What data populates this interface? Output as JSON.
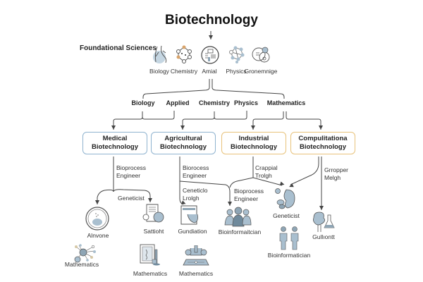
{
  "title": "Biotechnology",
  "foundational": {
    "label": "Foundational Sciences",
    "icons": [
      {
        "name": "lungs-icon",
        "label": "Biology"
      },
      {
        "name": "molecule-icon",
        "label": "Chemistry"
      },
      {
        "name": "lab-document-icon",
        "label": "Amial"
      },
      {
        "name": "atom-network-icon",
        "label": "Physics"
      },
      {
        "name": "cells-icon",
        "label": "Gronemnige"
      }
    ]
  },
  "branches": [
    "Biology",
    "Applied",
    "Chemistry",
    "Physics",
    "Mathematics"
  ],
  "fields": [
    {
      "line1": "Medical",
      "line2": "Biotechnology",
      "color": "#8fb3cf"
    },
    {
      "line1": "Agricultural",
      "line2": "Biotechnology",
      "color": "#8fb3cf"
    },
    {
      "line1": "Industrial",
      "line2": "Biotechnology",
      "color": "#e8c27a"
    },
    {
      "line1": "Compulitationa",
      "line2": "Biotechnology",
      "color": "#e8c27a"
    }
  ],
  "roles": {
    "medical": {
      "line1": "Bioprocess",
      "line2": "Engineer"
    },
    "medical_sub": "Geneticist",
    "agricultural": {
      "line1": "Biorocess",
      "line2": "Engineer"
    },
    "agricultural_sub": {
      "line1": "Ceneticlo",
      "line2": "Lrolgh"
    },
    "industrial": {
      "line1": "Crappial",
      "line2": "Trolgh"
    },
    "industrial_sub": {
      "line1": "Bioprocess",
      "line2": "Engineer"
    },
    "computational": {
      "line1": "Grropper",
      "line2": "Melgh"
    }
  },
  "outputs": [
    {
      "name": "petri-dish-icon",
      "label": "Alnvone"
    },
    {
      "name": "document-microbe-icon",
      "label": "Sattioht"
    },
    {
      "name": "lab-device-icon",
      "label": "Gundiation"
    },
    {
      "name": "team-icon",
      "label": "Bioinformaitcian"
    },
    {
      "name": "embryo-icon",
      "label": "Geneticist"
    },
    {
      "name": "flask-organ-icon",
      "label": "Gullıontt"
    },
    {
      "name": "network-nodes-icon",
      "label": "Mathematics"
    },
    {
      "name": "tablet-instrument-icon",
      "label": "Mathematics"
    },
    {
      "name": "bioreactor-icon",
      "label": "Mathematics"
    },
    {
      "name": "two-people-icon",
      "label": "Bioinformatician"
    }
  ],
  "colors": {
    "blue_box": "#8fb3cf",
    "gold_box": "#e8c27a",
    "icon_fill": "#a9bfcf",
    "line": "#444444"
  }
}
